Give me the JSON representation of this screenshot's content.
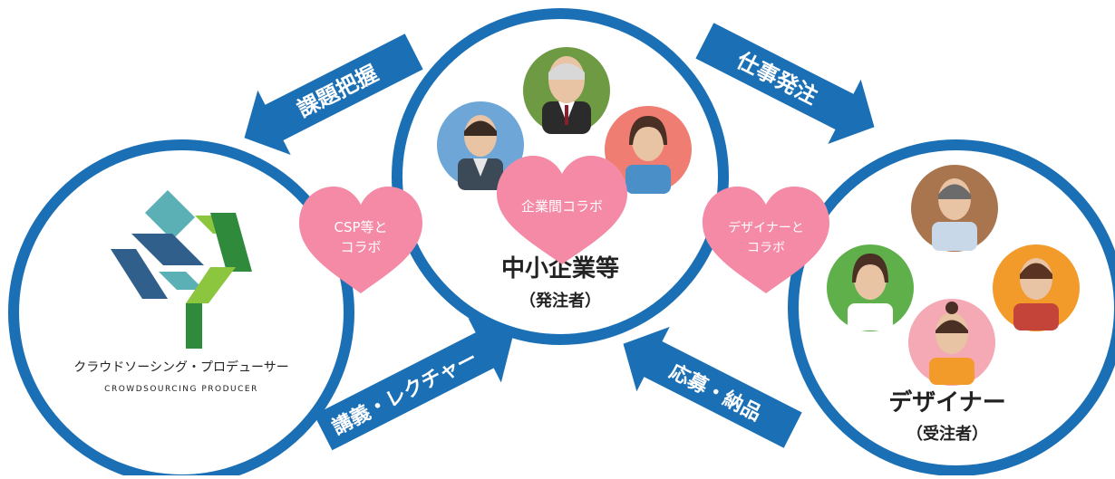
{
  "center": {
    "title": "中小企業等",
    "subtitle": "（発注者）"
  },
  "right": {
    "title": "デザイナー",
    "subtitle": "（受注者）"
  },
  "left": {
    "logo_text_jp": "クラウドソーシング・プロデューサー",
    "logo_text_en": "CROWDSOURCING PRODUCER"
  },
  "hearts": {
    "csp_line1": "CSP等と",
    "csp_line2": "コラボ",
    "company": "企業間コラボ",
    "designer_line1": "デザイナーと",
    "designer_line2": "コラボ"
  },
  "arrows": {
    "top_left": "課題把握",
    "top_right": "仕事発注",
    "bottom_left": "講義・レクチャー",
    "bottom_right": "応募・納品"
  },
  "colors": {
    "ring": "#1a6fb5",
    "arrow": "#1a6fb5",
    "heart": "#f48aa6",
    "logo_green_dark": "#2f8a3c",
    "logo_green_light": "#8cc63f",
    "logo_teal": "#5ab0b5",
    "logo_navy": "#2f5f8a"
  }
}
